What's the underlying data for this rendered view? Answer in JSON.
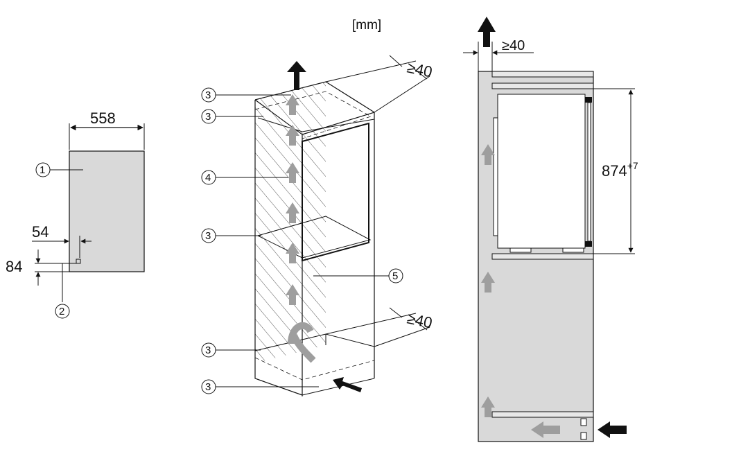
{
  "diagram": {
    "unit_label": "[mm]",
    "left_panel": {
      "width_dim": "558",
      "offset_x_dim": "54",
      "offset_y_dim": "84",
      "callouts": [
        "1",
        "2"
      ]
    },
    "middle_panel": {
      "callouts": [
        "3",
        "3",
        "4",
        "3",
        "5",
        "3",
        "3"
      ],
      "clearance_top": "≥40",
      "clearance_bottom": "≥40"
    },
    "right_panel": {
      "clearance_top": "≥40",
      "height_dim": "874",
      "height_tolerance": "+7"
    },
    "colors": {
      "line": "#111111",
      "panel_fill": "#d9d9d9",
      "airflow_arrow": "#9e9e9e",
      "black_arrow": "#111111"
    }
  }
}
